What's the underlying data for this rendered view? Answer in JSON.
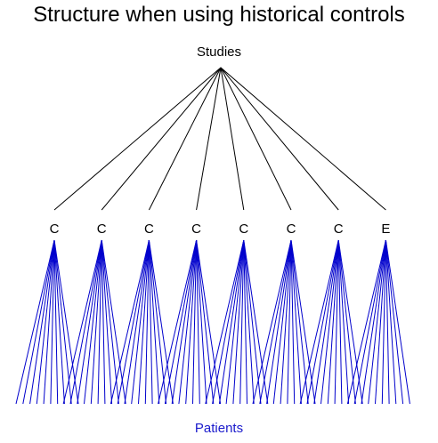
{
  "diagram": {
    "title": "Structure when using historical controls",
    "root_label": "Studies",
    "nodes": [
      "C",
      "C",
      "C",
      "C",
      "C",
      "C",
      "C",
      "E"
    ],
    "leaf_label": "Patients",
    "patients_per_node": 10,
    "colors": {
      "text": "#000000",
      "study_edge": "#000000",
      "patient_edge": "#0000cc",
      "leaf_label": "#1a1acc"
    }
  }
}
